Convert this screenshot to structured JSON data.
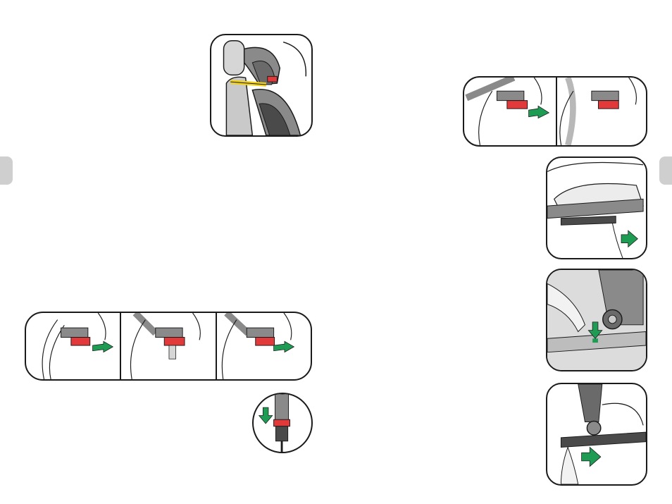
{
  "document": {
    "type": "car seat instruction manual spread",
    "colors": {
      "outline": "#1a1a1a",
      "seat_gray": "#8a8a8a",
      "dark_gray": "#4a4a4a",
      "light_gray": "#d6d6d6",
      "release_red": "#e23a3a",
      "arrow_green": "#1f9c54",
      "belt_yellow": "#f2d21c",
      "page_tab": "#cfcfcf"
    },
    "icons": [
      "headrest-belt-guide-illustration",
      "isofix-connector-sequence-illustration",
      "buckle-press-illustration",
      "isofix-release-illustration",
      "seat-base-adjust-illustration",
      "rail-button-press-illustration",
      "base-slide-out-illustration"
    ]
  }
}
